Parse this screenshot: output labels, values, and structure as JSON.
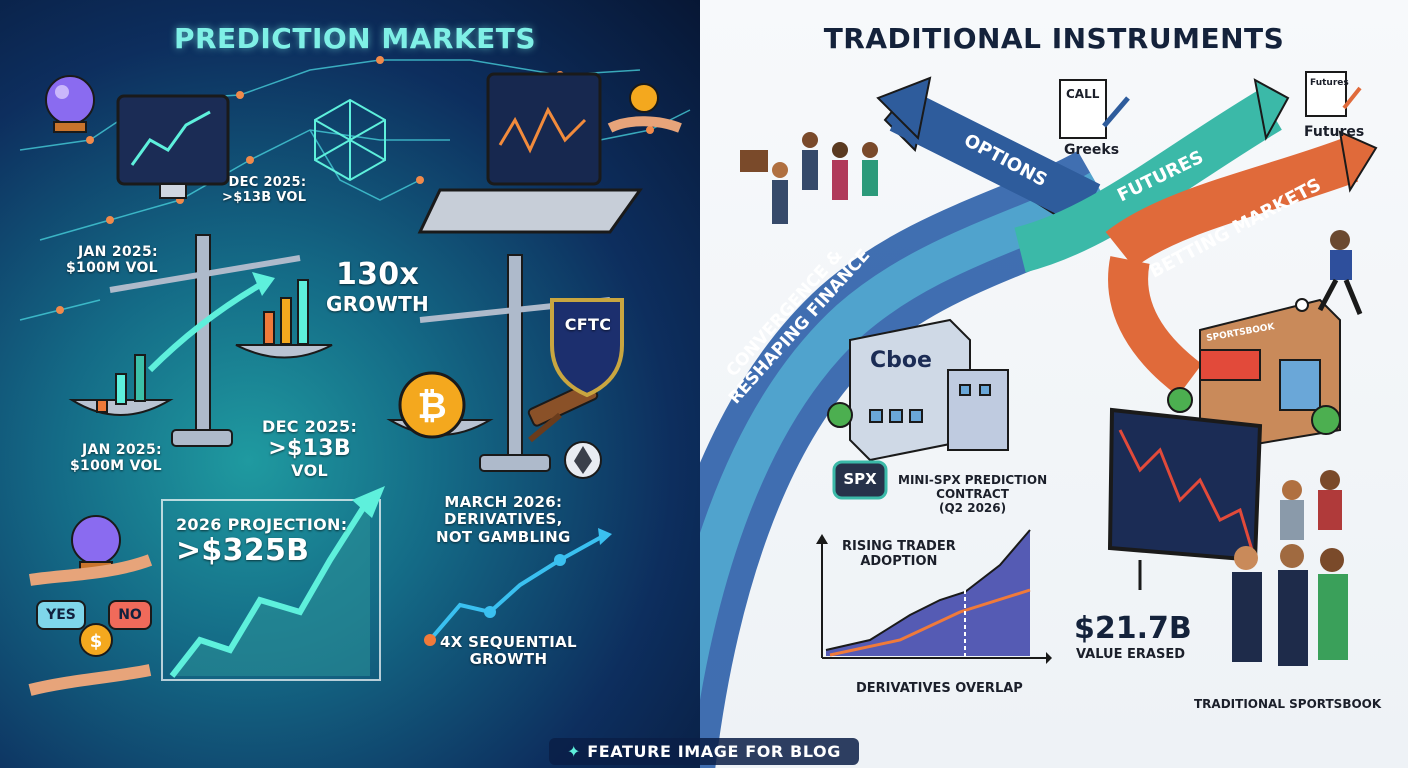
{
  "left": {
    "heading": "PREDICTION MARKETS",
    "label_dec_2025_upper": [
      "DEC 2025:",
      ">$13B VOL"
    ],
    "label_jan_2025_upper": [
      "JAN 2025:",
      "$100M VOL"
    ],
    "growth": [
      "130x",
      "GROWTH"
    ],
    "label_jan_2025_lower": [
      "JAN 2025:",
      "$100M VOL"
    ],
    "label_dec_2025_lower": [
      "DEC 2025:",
      ">$13B",
      "VOL"
    ],
    "projection": [
      "2026 PROJECTION:",
      ">$325B"
    ],
    "march_2026": [
      "MARCH 2026:",
      "DERIVATIVES,",
      "NOT GAMBLING"
    ],
    "sequential": [
      "4X SEQUENTIAL",
      "GROWTH"
    ],
    "cftc_shield": "CFTC",
    "yes_label": "YES",
    "no_label": "NO"
  },
  "right": {
    "heading": "TRADITIONAL INSTRUMENTS",
    "doc_call": "CALL",
    "greeks": "Greeks",
    "futures_doc": "Futures",
    "futures_label": "Futures",
    "arrow_options": "OPTIONS",
    "arrow_futures": "FUTURES",
    "arrow_betting": "BETTING MARKETS",
    "bridge_text": [
      "CONVERGENCE &",
      "RESHAPING FINANCE"
    ],
    "cboe": "Cboe",
    "spx_badge": "SPX",
    "mini_spx": [
      "MINI-SPX PREDICTION",
      "CONTRACT",
      "(Q2 2026)"
    ],
    "rising": [
      "RISING TRADER",
      "ADOPTION"
    ],
    "overlap": "DERIVATIVES OVERLAP",
    "erased_value": "$21.7B",
    "erased_label": "VALUE ERASED",
    "sportsbook_sign": "SPORTSBOOK",
    "traditional_sportsbook": "TRADITIONAL SPORTSBOOK"
  },
  "footer": "FEATURE IMAGE FOR BLOG",
  "colors": {
    "teal": "#5ef0dc",
    "navy": "#0d2e5e",
    "orange": "#f0803a",
    "gold": "#f4a81e"
  }
}
